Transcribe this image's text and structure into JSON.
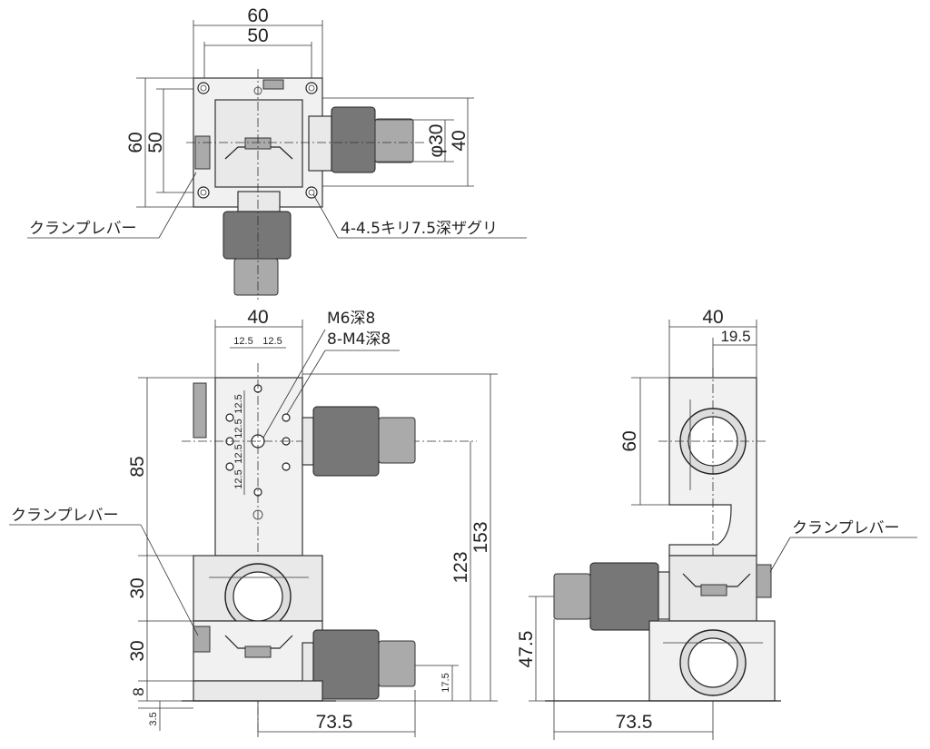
{
  "top_view": {
    "width_outer": "60",
    "width_inner": "50",
    "height_outer": "60",
    "height_inner": "50",
    "diameter": "φ30",
    "knob_dim": "40",
    "clamp_label": "クランプレバー",
    "holes_label": "4-4.5キリ7.5深ザグリ"
  },
  "front_view": {
    "top_width": "40",
    "hole_pitch_x1": "12.5",
    "hole_pitch_x2": "12.5",
    "hole_pitch_y": [
      "12.5",
      "12.5",
      "12.5",
      "12.5"
    ],
    "m6_label": "M6深8",
    "m4_label": "8-M4深8",
    "upper_height": "85",
    "stage1_height": "30",
    "stage2_height": "30",
    "base_height": "8",
    "base_offset": "3.5",
    "total_height": "153",
    "center_height": "123",
    "knob_height": "17.5",
    "bottom_width": "73.5",
    "clamp_label": "クランプレバー"
  },
  "side_view": {
    "top_width": "40",
    "half_width": "19.5",
    "height": "60",
    "stage_height": "47.5",
    "bottom_width": "73.5",
    "clamp_label": "クランプレバー"
  }
}
